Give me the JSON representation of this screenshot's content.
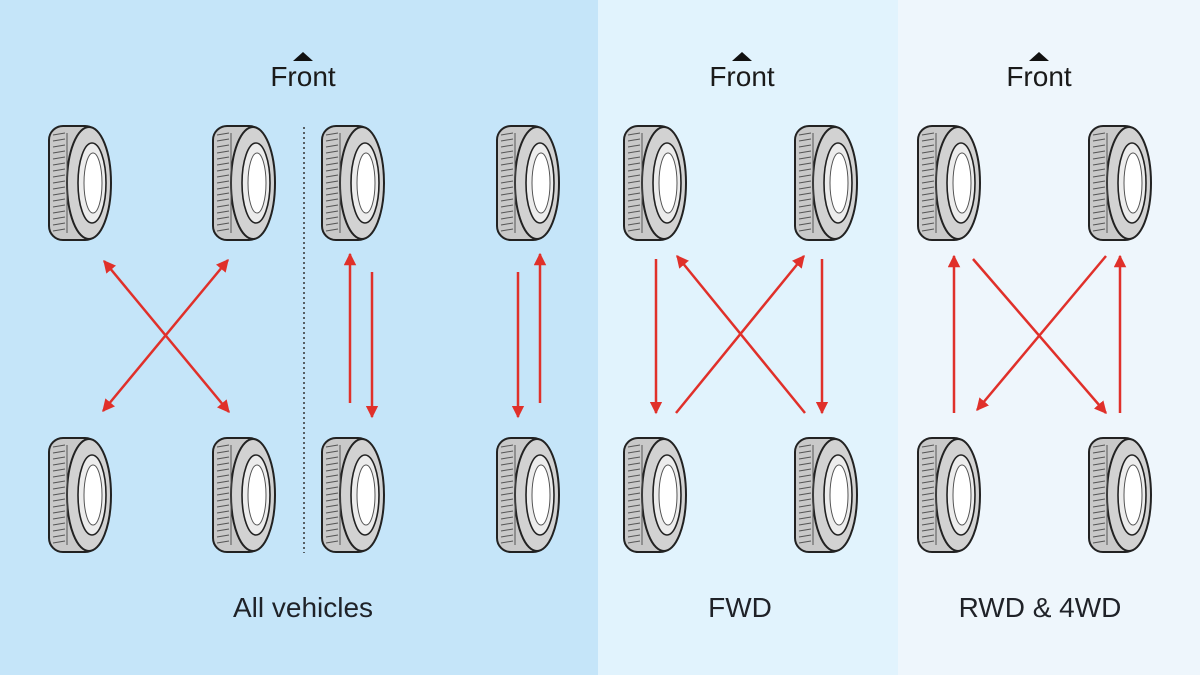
{
  "panels": [
    {
      "id": "all",
      "front_label": "Front",
      "caption": "All vehicles"
    },
    {
      "id": "fwd",
      "front_label": "Front",
      "caption": "FWD"
    },
    {
      "id": "rwd",
      "front_label": "Front",
      "caption": "RWD & 4WD"
    }
  ],
  "colors": {
    "panel_all_bg": "#c5e5f9",
    "panel_fwd_bg": "#e1f3fd",
    "panel_rwd_bg": "#eef6fc",
    "arrow": "#e0302a",
    "tire": "#c9c9c9",
    "outline": "#222222"
  },
  "icons": [
    "tire-icon",
    "rotation-arrow-icon",
    "front-caret-icon"
  ]
}
